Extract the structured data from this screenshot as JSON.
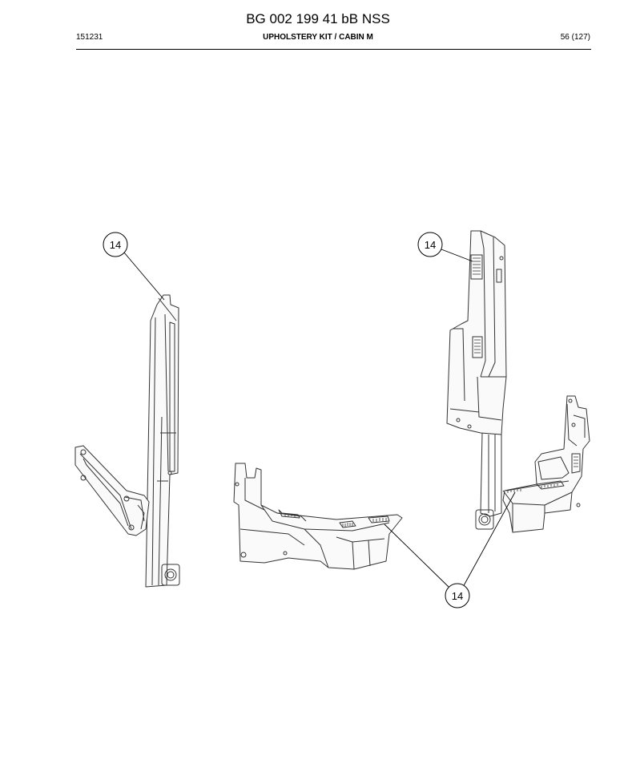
{
  "header": {
    "document_number": "BG 002 199 41 bB NSS",
    "left_code": "151231",
    "section_title": "UPHOLSTERY KIT / CABIN M",
    "page_info": "56 (127)"
  },
  "callouts": [
    {
      "label": "14"
    },
    {
      "label": "14"
    },
    {
      "label": "14"
    }
  ]
}
